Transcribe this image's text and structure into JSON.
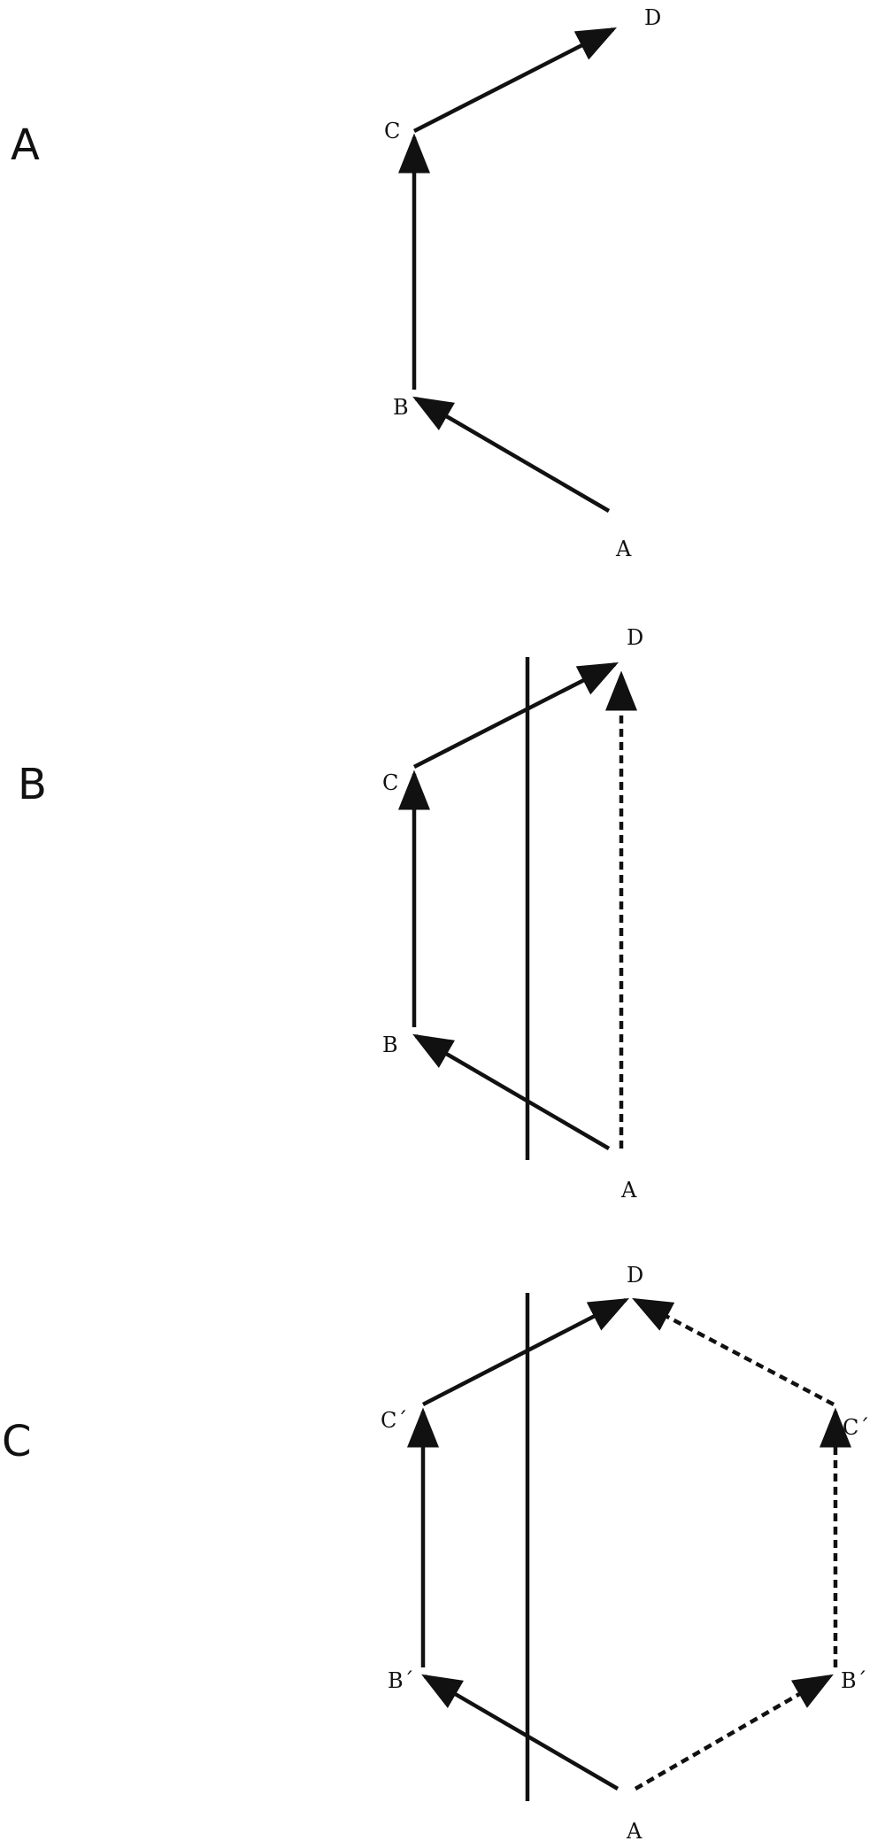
{
  "panels": [
    {
      "letter": "A",
      "points": {
        "A": "A",
        "B": "B",
        "C": "C",
        "D": "D"
      }
    },
    {
      "letter": "B",
      "points": {
        "A": "A",
        "B": "B",
        "C": "C",
        "D": "D"
      }
    },
    {
      "letter": "C",
      "points": {
        "A": "A",
        "B": "B´",
        "C": "C´",
        "D": "D",
        "B2": "B´",
        "C2": "C´"
      }
    }
  ]
}
